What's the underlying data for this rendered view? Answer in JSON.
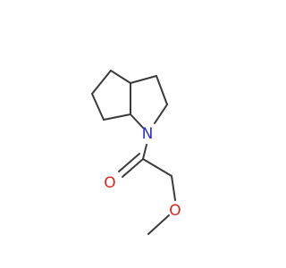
{
  "molecule": {
    "atoms": [
      {
        "id": "N1",
        "element": "N",
        "label": "N",
        "color": "#2b2bdb"
      },
      {
        "id": "O1",
        "element": "O",
        "label": "O",
        "color": "#e0231c"
      },
      {
        "id": "O2",
        "element": "O",
        "label": "O",
        "color": "#e0231c"
      }
    ],
    "bond_color": "#3a3a3a",
    "background": "#ffffff"
  }
}
